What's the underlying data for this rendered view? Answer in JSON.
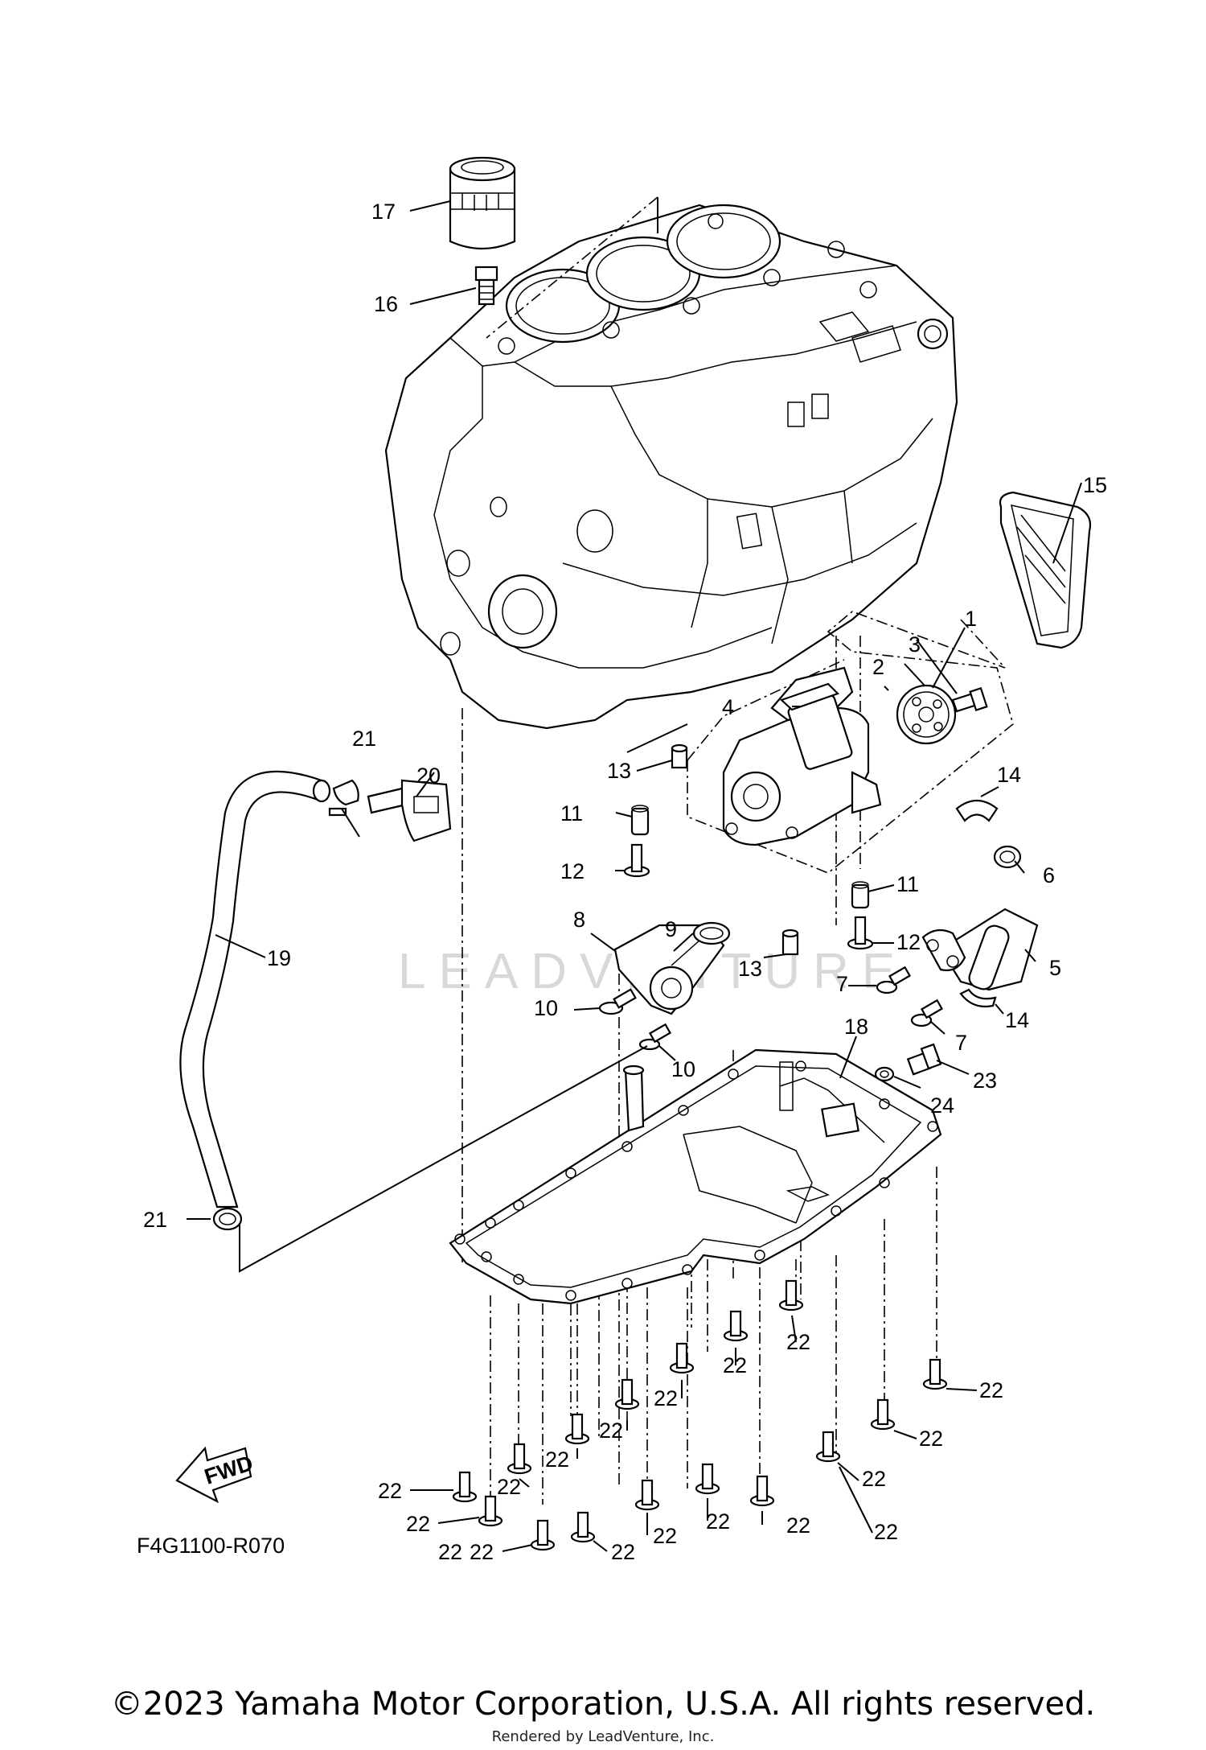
{
  "diagram": {
    "code": "F4G1100-R070",
    "fwd_label": "FWD",
    "watermark": "LEADVENTURE",
    "copyright": "©2023 Yamaha Motor Corporation, U.S.A. All rights reserved.",
    "rendered_by": "Rendered by LeadVenture, Inc.",
    "callouts": [
      {
        "id": "c1",
        "text": "1"
      },
      {
        "id": "c2",
        "text": "2"
      },
      {
        "id": "c3",
        "text": "3"
      },
      {
        "id": "c4",
        "text": "4"
      },
      {
        "id": "c5",
        "text": "5"
      },
      {
        "id": "c6",
        "text": "6"
      },
      {
        "id": "c7a",
        "text": "7"
      },
      {
        "id": "c7b",
        "text": "7"
      },
      {
        "id": "c8",
        "text": "8"
      },
      {
        "id": "c9",
        "text": "9"
      },
      {
        "id": "c10a",
        "text": "10"
      },
      {
        "id": "c10b",
        "text": "10"
      },
      {
        "id": "c11a",
        "text": "11"
      },
      {
        "id": "c11b",
        "text": "11"
      },
      {
        "id": "c12a",
        "text": "12"
      },
      {
        "id": "c12b",
        "text": "12"
      },
      {
        "id": "c13a",
        "text": "13"
      },
      {
        "id": "c13b",
        "text": "13"
      },
      {
        "id": "c14a",
        "text": "14"
      },
      {
        "id": "c14b",
        "text": "14"
      },
      {
        "id": "c15",
        "text": "15"
      },
      {
        "id": "c16",
        "text": "16"
      },
      {
        "id": "c17",
        "text": "17"
      },
      {
        "id": "c18",
        "text": "18"
      },
      {
        "id": "c19",
        "text": "19"
      },
      {
        "id": "c20",
        "text": "20"
      },
      {
        "id": "c21a",
        "text": "21"
      },
      {
        "id": "c21b",
        "text": "21"
      },
      {
        "id": "c22a",
        "text": "22"
      },
      {
        "id": "c22b",
        "text": "22"
      },
      {
        "id": "c22c",
        "text": "22"
      },
      {
        "id": "c22d",
        "text": "22"
      },
      {
        "id": "c22e",
        "text": "22"
      },
      {
        "id": "c22f",
        "text": "22"
      },
      {
        "id": "c22g",
        "text": "22"
      },
      {
        "id": "c22h",
        "text": "22"
      },
      {
        "id": "c22i",
        "text": "22"
      },
      {
        "id": "c22j",
        "text": "22"
      },
      {
        "id": "c22k",
        "text": "22"
      },
      {
        "id": "c22l",
        "text": "22"
      },
      {
        "id": "c22m",
        "text": "22"
      },
      {
        "id": "c22n",
        "text": "22"
      },
      {
        "id": "c22o",
        "text": "22"
      },
      {
        "id": "c22p",
        "text": "22"
      },
      {
        "id": "c22q",
        "text": "22"
      },
      {
        "id": "c22r",
        "text": "22"
      },
      {
        "id": "c23",
        "text": "23"
      },
      {
        "id": "c24",
        "text": "24"
      }
    ]
  }
}
